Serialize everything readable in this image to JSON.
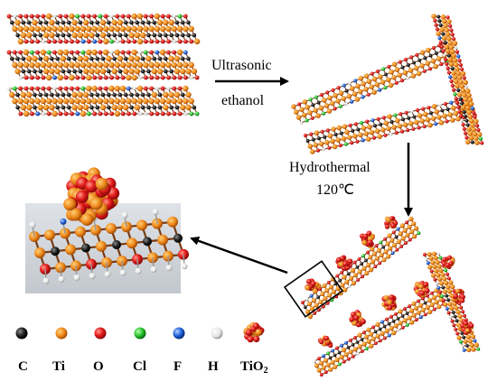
{
  "steps": {
    "step1_line1": "Ultrasonic",
    "step1_line2": "ethanol",
    "step2_line1": "Hydrothermal",
    "step2_line2": "120℃"
  },
  "legend": [
    {
      "label": "C",
      "color": "#1a1a1a"
    },
    {
      "label": "Ti",
      "color": "#f0931e"
    },
    {
      "label": "O",
      "color": "#e41d1d"
    },
    {
      "label": "Cl",
      "color": "#25c22d"
    },
    {
      "label": "F",
      "color": "#1f63d8"
    },
    {
      "label": "H",
      "color": "#e8e8e8"
    }
  ],
  "legend_tio2": {
    "label_main": "TiO",
    "label_sub": "2",
    "color": "#e44a1a"
  },
  "colors": {
    "ti": "#e37b1d",
    "o": "#e01515",
    "c": "#222222",
    "bond": "#7a3b12",
    "arrow": "#000000",
    "surface": "#cfd3d8"
  }
}
